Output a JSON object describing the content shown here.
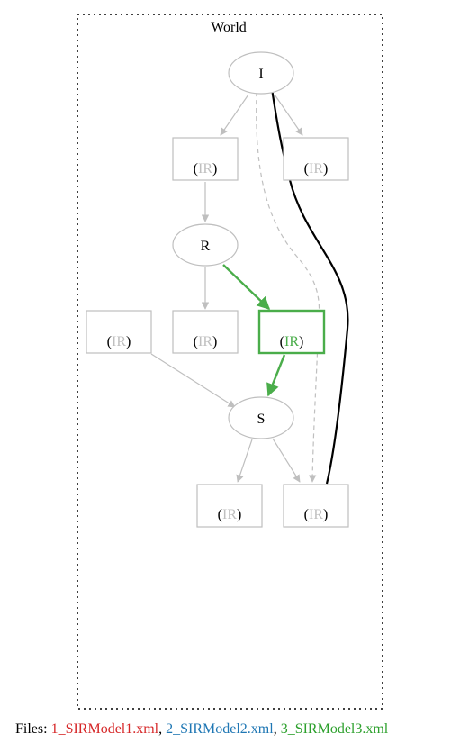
{
  "cluster": {
    "label": "World"
  },
  "nodes": {
    "I": {
      "label": "I"
    },
    "R": {
      "label": "R"
    },
    "S": {
      "label": "S"
    },
    "box_ir": {
      "open": "(",
      "name": "IR",
      "close": ")"
    }
  },
  "colors": {
    "gray": "#bfbfbf",
    "green": "#4aad4a",
    "black": "#000000",
    "file1": "#d62728",
    "file2": "#1f77b4",
    "file3": "#2ca02c"
  },
  "footer": {
    "prefix": "Files: ",
    "file1": "1_SIRModel1.xml",
    "sep1": ", ",
    "file2": "2_SIRModel2.xml",
    "sep2": ", ",
    "file3": "3_SIRModel3.xml"
  }
}
